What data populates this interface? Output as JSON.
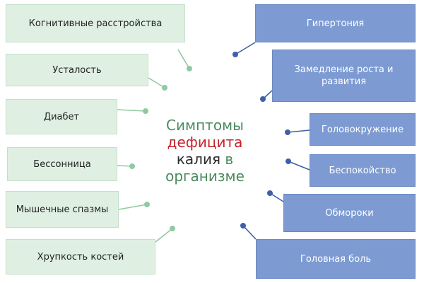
{
  "title": {
    "line1": "Симптомы",
    "line2": "дефицита",
    "line3_word": "калия",
    "line3_tail": "в",
    "line4": "организме"
  },
  "left_items": [
    {
      "label": "Когнитивные расстройства"
    },
    {
      "label": "Усталость"
    },
    {
      "label": "Диабет"
    },
    {
      "label": "Бессонница"
    },
    {
      "label": "Мышечные спазмы"
    },
    {
      "label": "Хрупкость костей"
    }
  ],
  "right_items": [
    {
      "label": "Гипертония"
    },
    {
      "label": "Замедление роста и развития"
    },
    {
      "label": "Головокружение"
    },
    {
      "label": "Беспокойство"
    },
    {
      "label": "Обмороки"
    },
    {
      "label": "Головная боль"
    }
  ],
  "colors": {
    "left_fill": "#dff0e3",
    "right_fill": "#7d9bd2",
    "left_connector": "#8fcaa0",
    "right_connector": "#3f5fa8",
    "title_green": "#4c8a5e",
    "title_red": "#c4222b"
  }
}
